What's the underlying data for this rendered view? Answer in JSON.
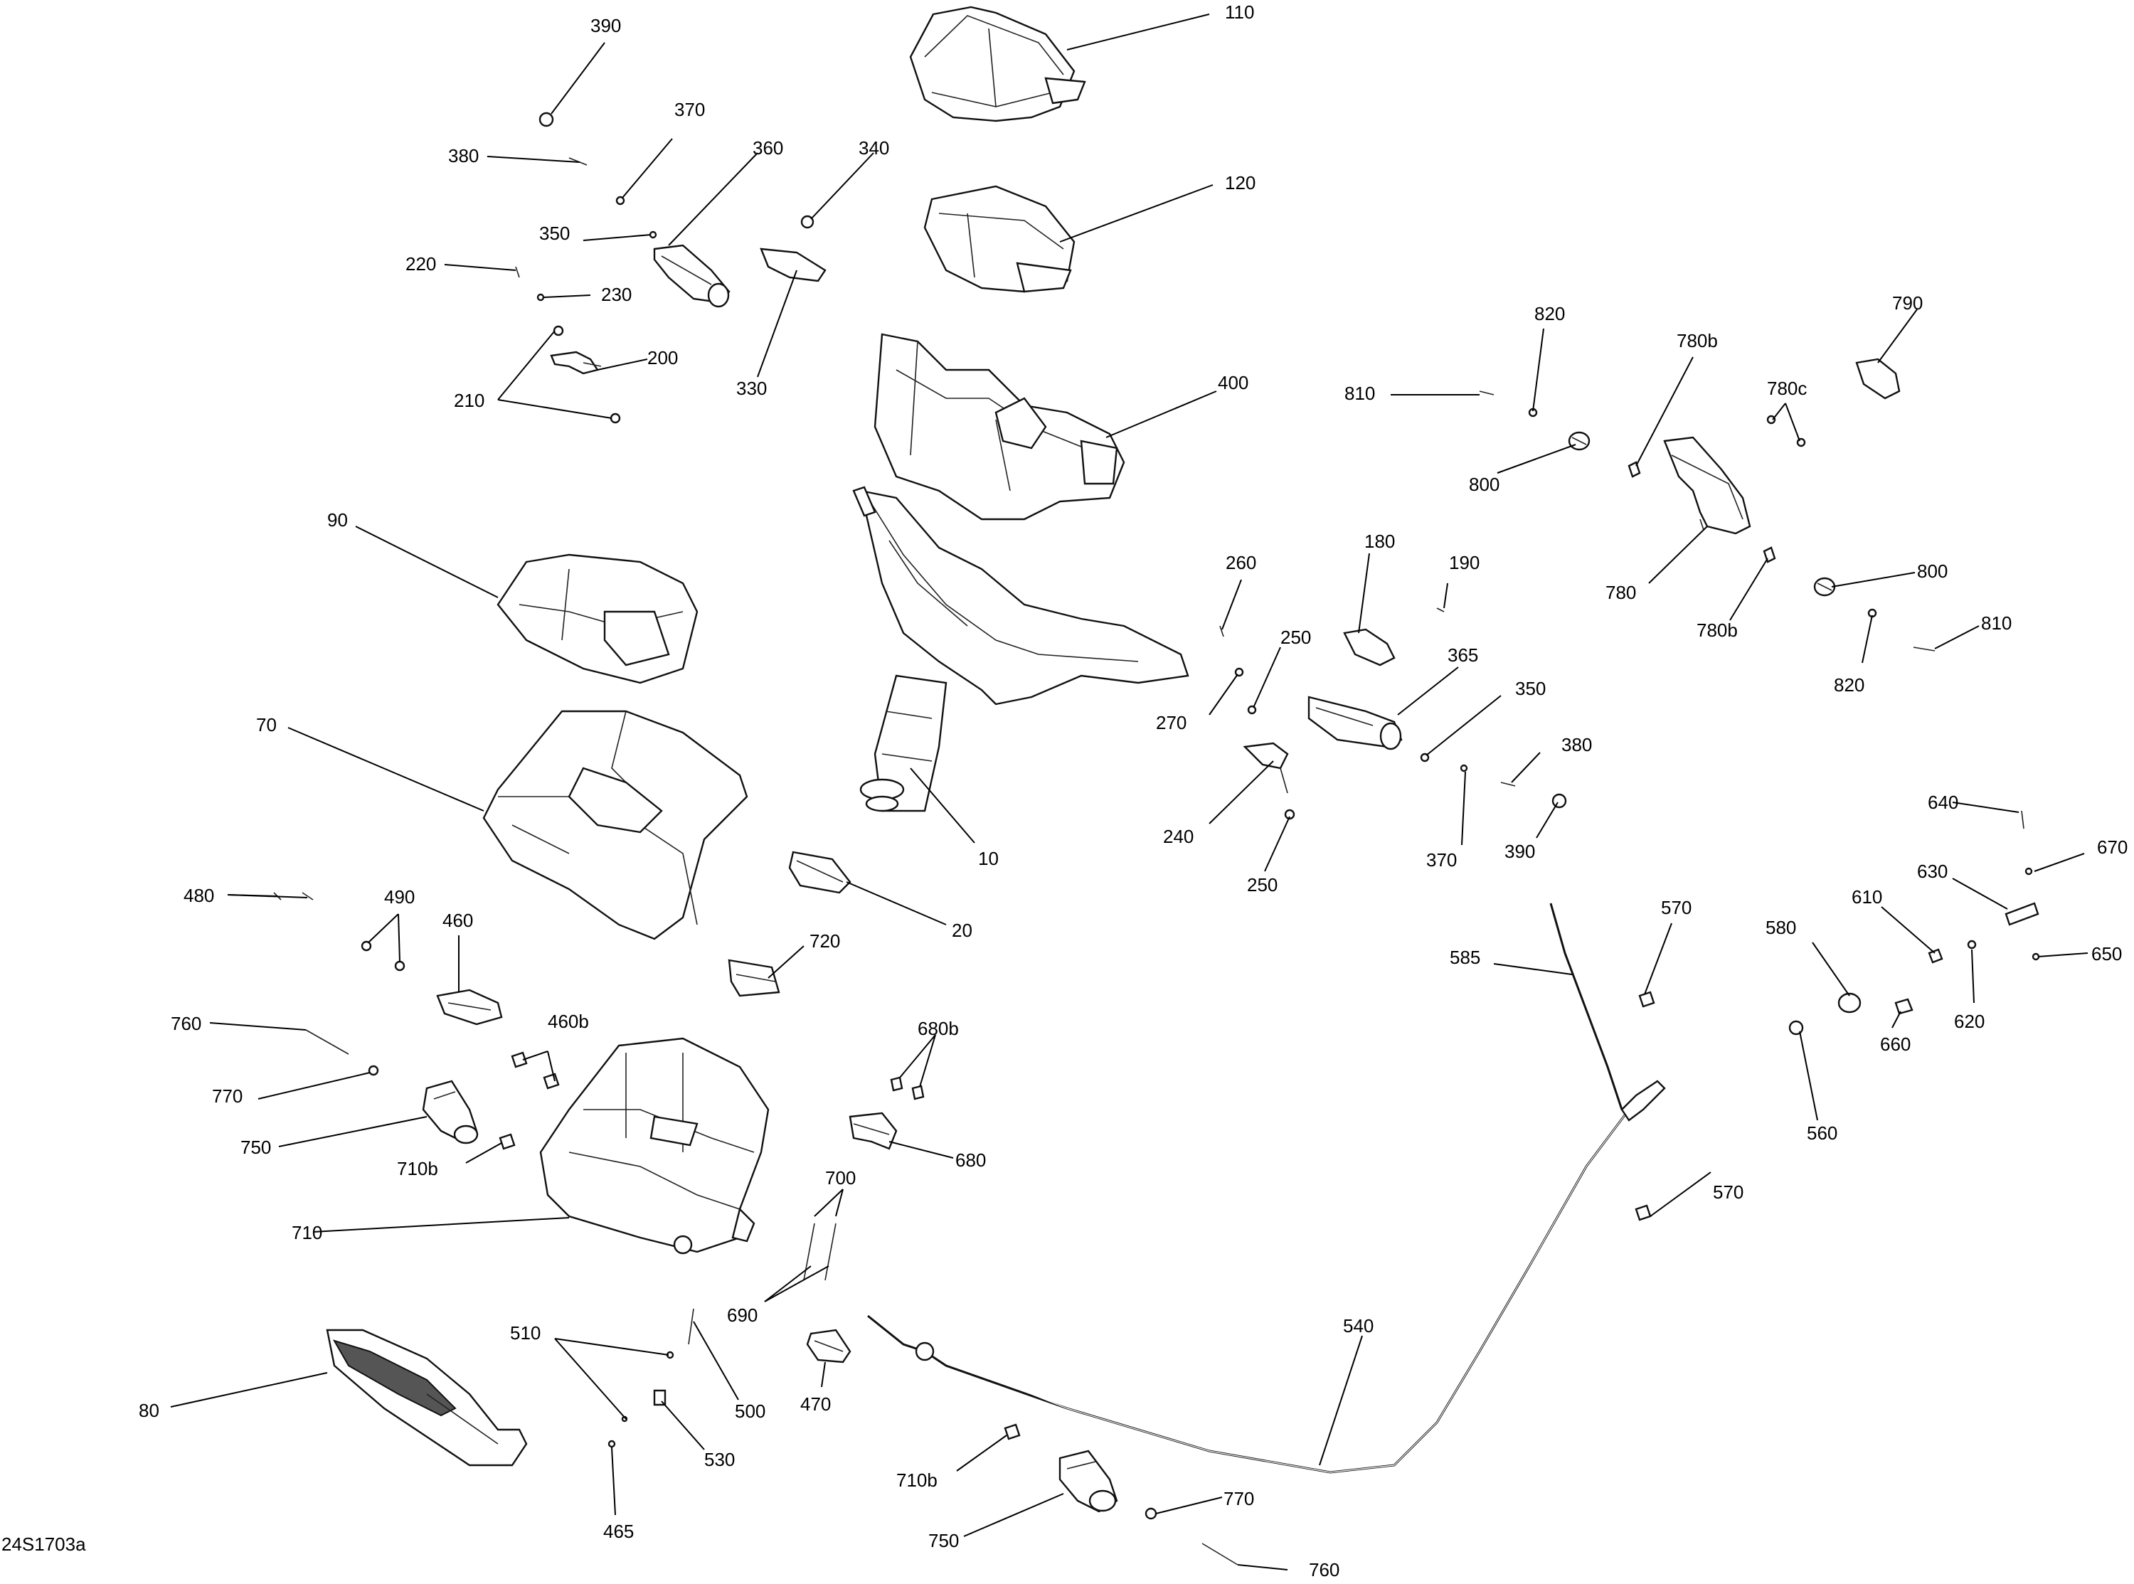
{
  "diagram_id": "24S1703a",
  "callouts": [
    {
      "id": "c110",
      "text": "110"
    },
    {
      "id": "c120",
      "text": "120"
    },
    {
      "id": "c390a",
      "text": "390"
    },
    {
      "id": "c370a",
      "text": "370"
    },
    {
      "id": "c380a",
      "text": "380"
    },
    {
      "id": "c360",
      "text": "360"
    },
    {
      "id": "c340",
      "text": "340"
    },
    {
      "id": "c350a",
      "text": "350"
    },
    {
      "id": "c220",
      "text": "220"
    },
    {
      "id": "c230",
      "text": "230"
    },
    {
      "id": "c200",
      "text": "200"
    },
    {
      "id": "c330",
      "text": "330"
    },
    {
      "id": "c210",
      "text": "210"
    },
    {
      "id": "c400",
      "text": "400"
    },
    {
      "id": "c90",
      "text": "90"
    },
    {
      "id": "c70",
      "text": "70"
    },
    {
      "id": "c10",
      "text": "10"
    },
    {
      "id": "c20",
      "text": "20"
    },
    {
      "id": "c720",
      "text": "720"
    },
    {
      "id": "c480",
      "text": "480"
    },
    {
      "id": "c490",
      "text": "490"
    },
    {
      "id": "c460",
      "text": "460"
    },
    {
      "id": "c460b",
      "text": "460b"
    },
    {
      "id": "c760a",
      "text": "760"
    },
    {
      "id": "c770a",
      "text": "770"
    },
    {
      "id": "c750a",
      "text": "750"
    },
    {
      "id": "c710ba",
      "text": "710b"
    },
    {
      "id": "c710",
      "text": "710"
    },
    {
      "id": "c680b",
      "text": "680b"
    },
    {
      "id": "c680",
      "text": "680"
    },
    {
      "id": "c700",
      "text": "700"
    },
    {
      "id": "c690",
      "text": "690"
    },
    {
      "id": "c510",
      "text": "510"
    },
    {
      "id": "c500",
      "text": "500"
    },
    {
      "id": "c470",
      "text": "470"
    },
    {
      "id": "c530",
      "text": "530"
    },
    {
      "id": "c80",
      "text": "80"
    },
    {
      "id": "c465",
      "text": "465"
    },
    {
      "id": "c710bb",
      "text": "710b"
    },
    {
      "id": "c750b",
      "text": "750"
    },
    {
      "id": "c770b",
      "text": "770"
    },
    {
      "id": "c760b",
      "text": "760"
    },
    {
      "id": "c540",
      "text": "540"
    },
    {
      "id": "c585",
      "text": "585"
    },
    {
      "id": "c570a",
      "text": "570"
    },
    {
      "id": "c570b",
      "text": "570"
    },
    {
      "id": "c560",
      "text": "560"
    },
    {
      "id": "c580",
      "text": "580"
    },
    {
      "id": "c610",
      "text": "610"
    },
    {
      "id": "c660",
      "text": "660"
    },
    {
      "id": "c620",
      "text": "620"
    },
    {
      "id": "c640",
      "text": "640"
    },
    {
      "id": "c670",
      "text": "670"
    },
    {
      "id": "c630",
      "text": "630"
    },
    {
      "id": "c650",
      "text": "650"
    },
    {
      "id": "c260",
      "text": "260"
    },
    {
      "id": "c270",
      "text": "270"
    },
    {
      "id": "c250a",
      "text": "250"
    },
    {
      "id": "c250b",
      "text": "250"
    },
    {
      "id": "c240",
      "text": "240"
    },
    {
      "id": "c180",
      "text": "180"
    },
    {
      "id": "c190",
      "text": "190"
    },
    {
      "id": "c365",
      "text": "365"
    },
    {
      "id": "c350b",
      "text": "350"
    },
    {
      "id": "c380b",
      "text": "380"
    },
    {
      "id": "c370b",
      "text": "370"
    },
    {
      "id": "c390b",
      "text": "390"
    },
    {
      "id": "c810a",
      "text": "810"
    },
    {
      "id": "c820a",
      "text": "820"
    },
    {
      "id": "c800a",
      "text": "800"
    },
    {
      "id": "c780ba",
      "text": "780b"
    },
    {
      "id": "c780c",
      "text": "780c"
    },
    {
      "id": "c790",
      "text": "790"
    },
    {
      "id": "c780",
      "text": "780"
    },
    {
      "id": "c780bb",
      "text": "780b"
    },
    {
      "id": "c800b",
      "text": "800"
    },
    {
      "id": "c810b",
      "text": "810"
    },
    {
      "id": "c820b",
      "text": "820"
    }
  ]
}
